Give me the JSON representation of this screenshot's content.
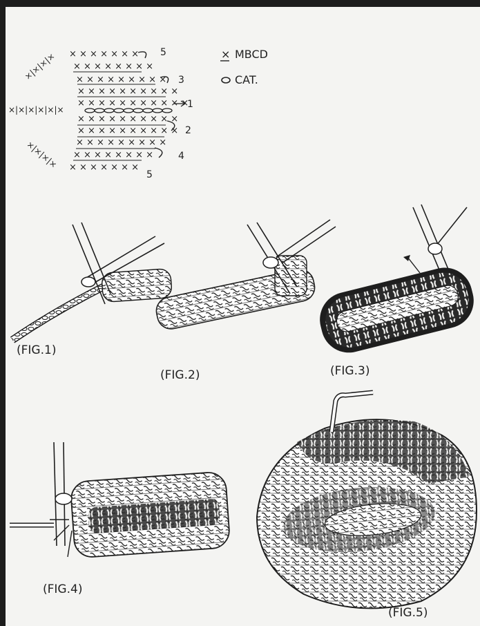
{
  "legend": {
    "mbcd_symbol": "×",
    "mbcd_label": "MBCD",
    "cat_symbol": "o",
    "cat_label": "CAT."
  },
  "chart_row_labels": [
    "5",
    "3",
    "1",
    "2",
    "4",
    "5"
  ],
  "figures": [
    {
      "id": "fig1",
      "label": "(FIG.1)"
    },
    {
      "id": "fig2",
      "label": "(FIG.2)"
    },
    {
      "id": "fig3",
      "label": "(FIG.3)"
    },
    {
      "id": "fig4",
      "label": "(FIG.4)"
    },
    {
      "id": "fig5",
      "label": "(FIG.5)"
    }
  ],
  "colors": {
    "paper": "#f4f4f2",
    "ink": "#1e1e1e",
    "yarn": "#ffffff",
    "background": "#1d1d1d"
  }
}
